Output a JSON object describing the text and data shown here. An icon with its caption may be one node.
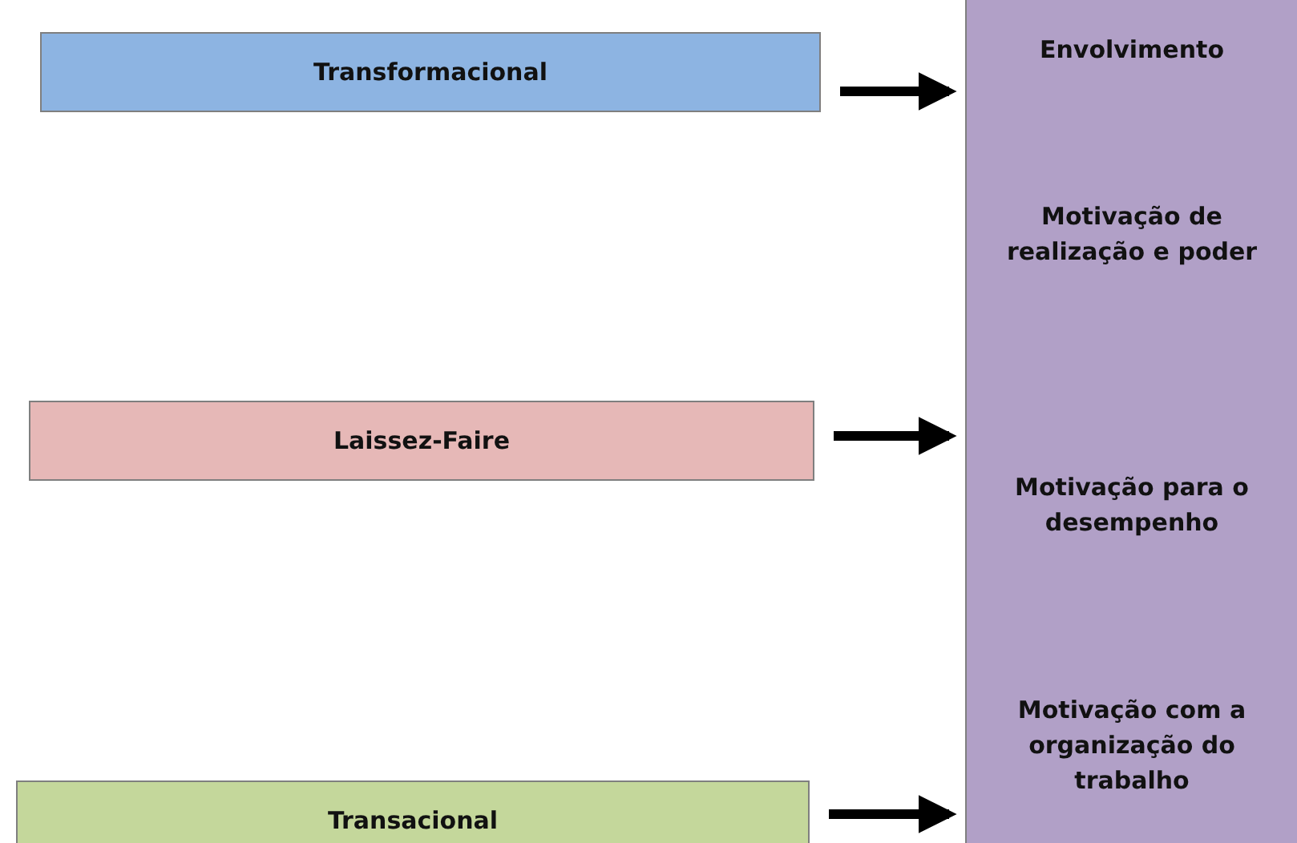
{
  "diagram": {
    "nodes": [
      {
        "text": [
          "Transformacional"
        ]
      },
      {
        "text": [
          "Laissez-Faire"
        ]
      },
      {
        "text": [
          "Transacional"
        ]
      },
      {
        "text": [
          "Envolvimento",
          "Motivação de realização e poder",
          "Motivação para o desempenho",
          "Motivação com a organização do trabalho"
        ]
      }
    ],
    "edges": [
      {
        "from": 0,
        "to": 3,
        "arrow": "to"
      },
      {
        "from": 1,
        "to": 3,
        "arrow": "to"
      },
      {
        "from": 2,
        "to": 3,
        "arrow": "to"
      }
    ]
  }
}
